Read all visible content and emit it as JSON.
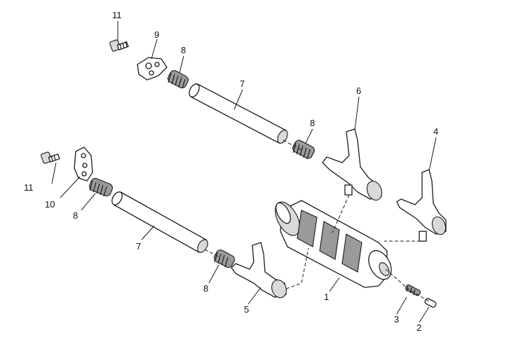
{
  "callouts": {
    "c1": "1",
    "c2": "2",
    "c3": "3",
    "c4": "4",
    "c5": "5",
    "c6": "6",
    "c7a": "7",
    "c7b": "7",
    "c8a": "8",
    "c8b": "8",
    "c8c": "8",
    "c8d": "8",
    "c9": "9",
    "c10": "10",
    "c11a": "11",
    "c11b": "11"
  }
}
